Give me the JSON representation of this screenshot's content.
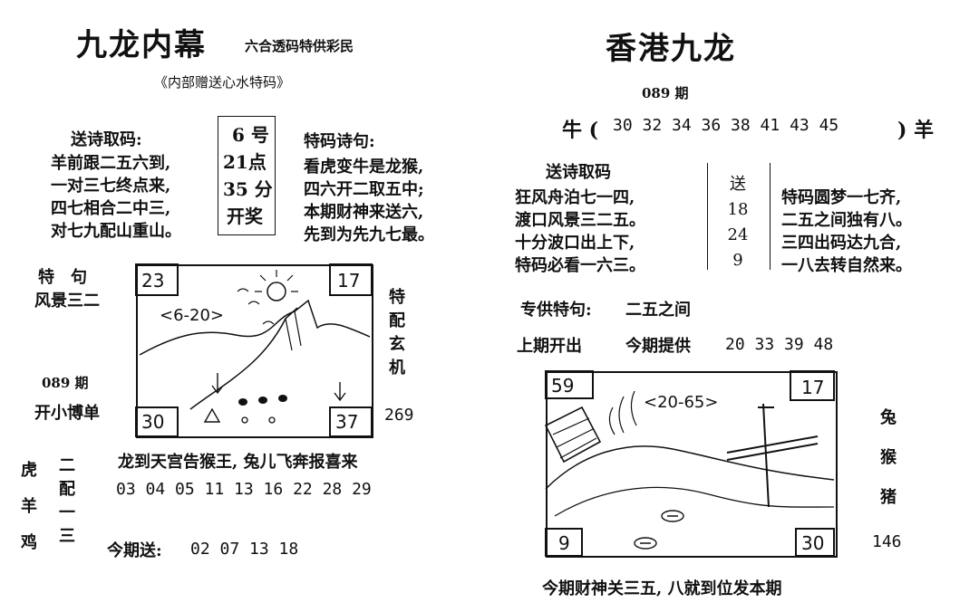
{
  "left": {
    "title": "九龙内幕",
    "subtitle": "六合透码特供彩民",
    "tagline": "《内部赠送心水特码》",
    "poem_title": "送诗取码:",
    "poem_lines": [
      "羊前跟二五六到,",
      "一对三七终点来,",
      "四七相合二中三,",
      "对七九配山重山。"
    ],
    "draw_box": [
      "6 号",
      "21点",
      "35 分",
      "开奖"
    ],
    "verse_title": "特码诗句:",
    "verse_lines": [
      "看虎变牛是龙猴,",
      "四六开二取五中;",
      "本期财神来送六,",
      "先到为先九七最。"
    ],
    "special_label_1": "特　句",
    "special_label_2": "风景三二",
    "issue": "089 期",
    "bet_label": "开小博单",
    "side_vertical": [
      "特",
      "配",
      "玄",
      "机"
    ],
    "side_number": "269",
    "picture": {
      "tl": "23",
      "tr": "17",
      "bl": "30",
      "br": "37",
      "range": "<6-20>"
    },
    "zodiac_col1": [
      "虎",
      "羊",
      "鸡"
    ],
    "zodiac_col2": [
      "二",
      "配",
      "一",
      "三"
    ],
    "slogan": "龙到天宫告猴王, 兔儿飞奔报喜来",
    "numbers": "03 04 05 11 13 16 22 28 29",
    "gift_label": "今期送:",
    "gift_numbers": "02 07 13 18"
  },
  "right": {
    "title": "香港九龙",
    "issue": "089 期",
    "ox_label": "牛 (",
    "ox_numbers": "30 32 34 36 38 41 43 45",
    "goat_label": ") 羊",
    "poem_title": "送诗取码",
    "poem_lines": [
      "狂风舟泊七一四,",
      "渡口风景三二五。",
      "十分波口出上下,",
      "特码必看一六三。"
    ],
    "send_box": [
      "送",
      "18",
      "24",
      "9"
    ],
    "verse_lines": [
      "特码圆梦一七齐,",
      "二五之间独有八。",
      "三四出码达九合,",
      "一八去转自然来。"
    ],
    "special_verse_label": "专供特句:",
    "special_verse": "二五之间",
    "last_label": "上期开出",
    "provide_label": "今期提供",
    "provide_numbers": "20 33 39 48",
    "zodiac_vertical": [
      "兔",
      "猴",
      "猪"
    ],
    "side_number": "146",
    "picture": {
      "tl": "59",
      "tr": "17",
      "bl": "9",
      "br": "30",
      "range": "<20-65>"
    },
    "footer": "今期财神关三五, 八就到位发本期"
  }
}
